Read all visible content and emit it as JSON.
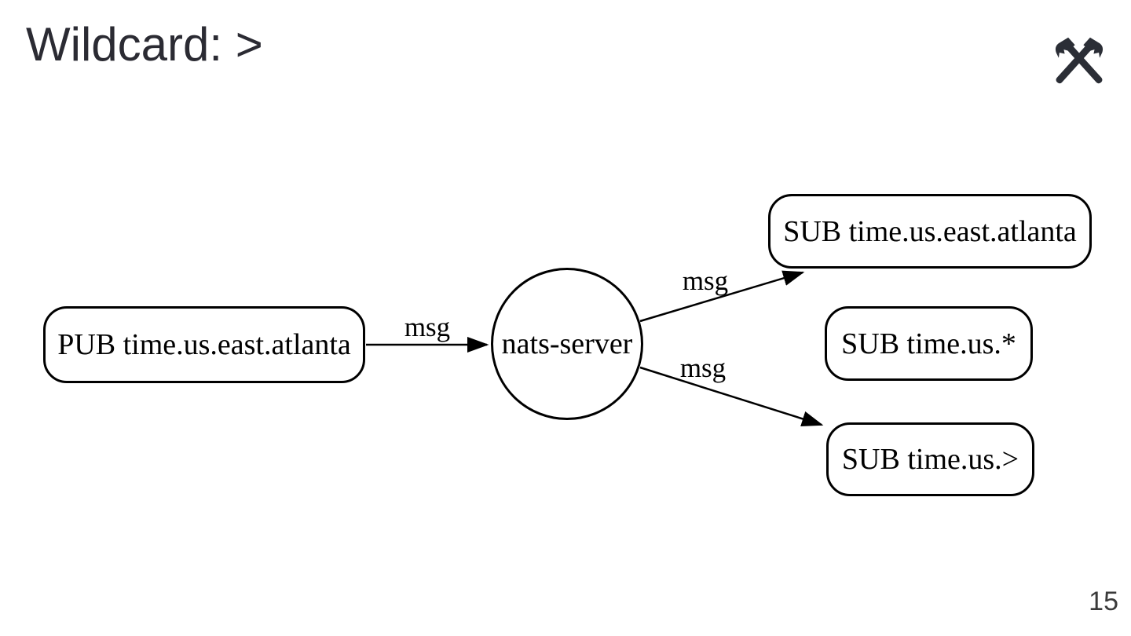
{
  "slide": {
    "title": "Wildcard: >",
    "page_number": "15"
  },
  "icons": {
    "top_right": "crossed-hammers-icon"
  },
  "colors": {
    "background": "#ffffff",
    "diagram_stroke": "#000000",
    "title_text": "#2b2b33",
    "icon_fill": "#2b2e36",
    "page_number_text": "#3a3a3a"
  },
  "diagram": {
    "publisher": {
      "label": "PUB time.us.east.atlanta"
    },
    "server": {
      "label": "nats-server"
    },
    "subscribers": [
      {
        "label": "SUB time.us.east.atlanta",
        "receives_message": true
      },
      {
        "label": "SUB time.us.*",
        "receives_message": false
      },
      {
        "label": "SUB time.us.>",
        "receives_message": true
      }
    ],
    "edges": [
      {
        "from": "PUB time.us.east.atlanta",
        "to": "nats-server",
        "label": "msg"
      },
      {
        "from": "nats-server",
        "to": "SUB time.us.east.atlanta",
        "label": "msg"
      },
      {
        "from": "nats-server",
        "to": "SUB time.us.>",
        "label": "msg"
      }
    ]
  }
}
